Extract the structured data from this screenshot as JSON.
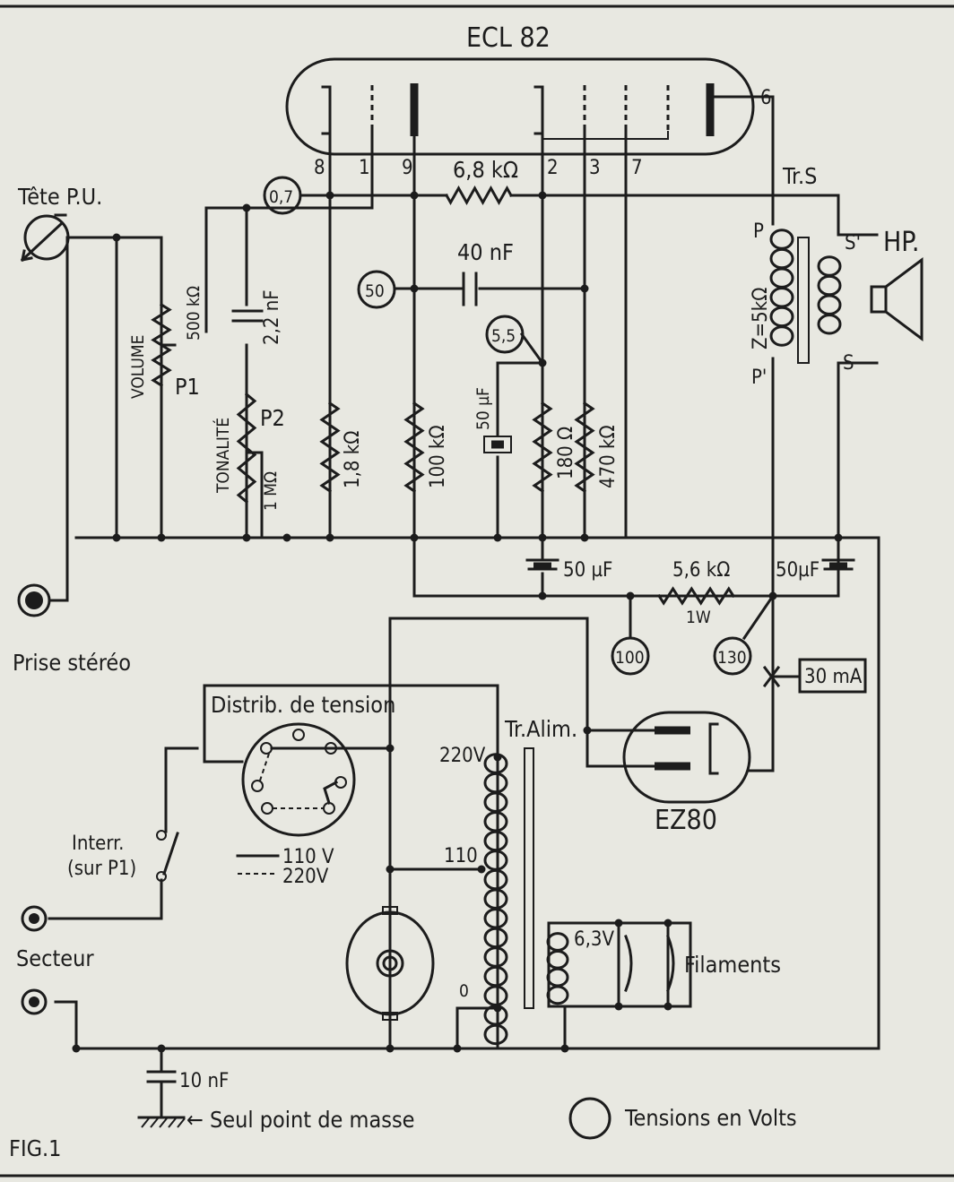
{
  "figure": {
    "fig_label": "FIG.1",
    "tube1": {
      "name": "ECL 82",
      "pins": [
        "8",
        "1",
        "9",
        "2",
        "3",
        "7",
        "6"
      ]
    },
    "tube2": {
      "name": "EZ80"
    },
    "labels": {
      "pickup": "Tête P.U.",
      "r_68k": "6,8 kΩ",
      "output_transformer": "Tr.S",
      "c_40n": "40 nF",
      "v_07": "0,7",
      "v_50": "50",
      "v_55": "5,5",
      "v_100": "100",
      "v_130": "130",
      "primary_p": "P",
      "primary_p2": "P'",
      "secondary_s2": "S'",
      "secondary_s": "S",
      "speaker": "HP.",
      "impedance": "Z=5kΩ",
      "volume": "VOLUME",
      "p1_value": "500 kΩ",
      "p1": "P1",
      "c_22n": "2,2 nF",
      "tonalite": "TONALITÉ",
      "p2": "P2",
      "p2_value": "1 MΩ",
      "r_18k": "1,8 kΩ",
      "r_100k": "100 kΩ",
      "c_50u_cathode": "50 µF",
      "r_180": "180 Ω",
      "r_470k": "470 kΩ",
      "c_50u_left": "50 µF",
      "c_50u_right": "50µF",
      "r_56k": "5,6 kΩ",
      "r_56k_power": "1W",
      "current": "30 mA",
      "stereo_jack": "Prise stéréo",
      "voltage_selector": "Distrib. de tension",
      "power_transformer": "Tr.Alim.",
      "tap_220": "220V",
      "tap_110": "110",
      "tap_0": "0",
      "heater_voltage": "6,3V",
      "filaments": "Filaments",
      "switch_line1": "Interr.",
      "switch_line2": "(sur P1)",
      "legend_110": "110 V",
      "legend_220": "220V",
      "mains": "Secteur",
      "c_10n": "10 nF",
      "ground_point": "← Seul point de masse",
      "voltage_legend": "Tensions en Volts"
    }
  }
}
